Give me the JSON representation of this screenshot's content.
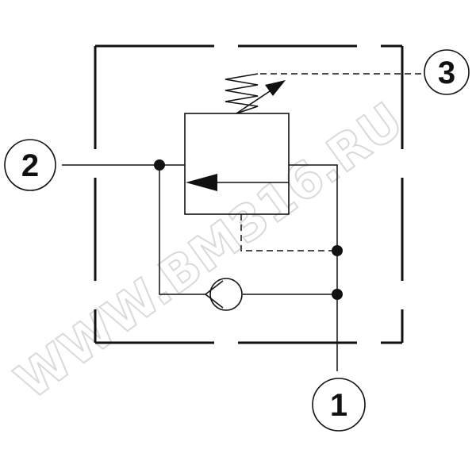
{
  "ports": [
    {
      "id": "port-1",
      "label": "1"
    },
    {
      "id": "port-2",
      "label": "2"
    },
    {
      "id": "port-3",
      "label": "3"
    }
  ],
  "watermark": "WWW.BM316.RU",
  "colors": {
    "line": "#111111",
    "background": "#ffffff",
    "watermark": "#d9d9d9"
  }
}
